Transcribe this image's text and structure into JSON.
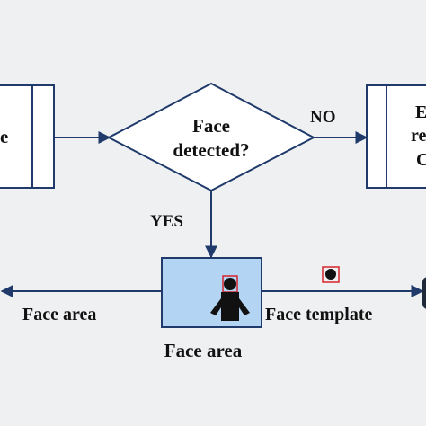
{
  "diagram": {
    "left_box": {
      "text": "e"
    },
    "decision": {
      "line1": "Face",
      "line2": "detected?"
    },
    "right_box": {
      "line1": "E",
      "line2": "re",
      "line3": "C"
    },
    "edges": {
      "no": "NO",
      "yes": "YES"
    },
    "face_area_box": {
      "icon": "person-icon"
    },
    "labels": {
      "face_area_left": "Face area",
      "face_area_caption": "Face area",
      "face_template": "Face template"
    },
    "colors": {
      "line": "#1f3a6b",
      "face_area_fill": "#b3d4f3",
      "highlight": "#d8242c",
      "background": "#eef0f1"
    }
  }
}
